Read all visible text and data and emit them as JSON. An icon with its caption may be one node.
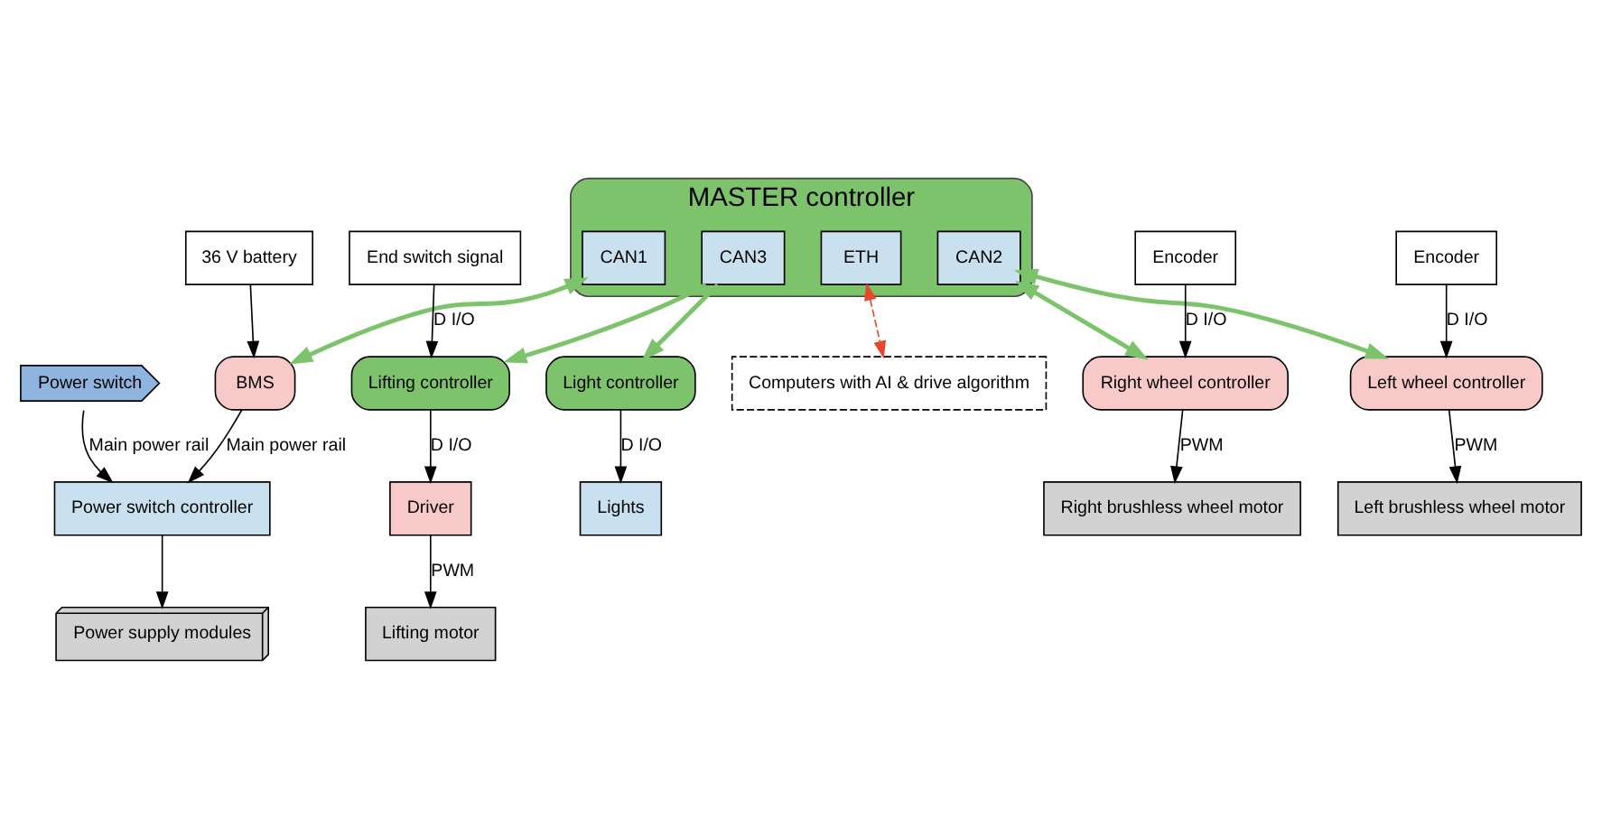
{
  "diagram": {
    "nodes": [
      {
        "text": [
          "Computers with AI & drive algorithm"
        ]
      },
      {
        "text": [
          "MASTER controller"
        ]
      },
      {
        "text": [
          "ETH"
        ],
        "in": 1
      },
      {
        "text": [
          "CAN3"
        ],
        "in": 1
      },
      {
        "text": [
          "CAN1"
        ],
        "in": 1
      },
      {
        "text": [
          "CAN2"
        ],
        "in": 1
      },
      {
        "text": [
          "Light controller"
        ]
      },
      {
        "text": [
          "Lifting controller"
        ]
      },
      {
        "text": [
          "Lights"
        ]
      },
      {
        "text": [
          "Driver"
        ]
      },
      {
        "text": [
          "Lifting motor"
        ]
      },
      {
        "text": [
          "End switch signal"
        ]
      },
      {
        "text": [
          "Right wheel controller"
        ]
      },
      {
        "text": [
          "Left wheel controller"
        ]
      },
      {
        "text": [
          "Right brushless wheel motor"
        ]
      },
      {
        "text": [
          "Left brushless wheel motor"
        ]
      },
      {
        "text": [
          "Encoder"
        ]
      },
      {
        "text": [
          "Encoder"
        ]
      },
      {
        "text": [
          "36 V battery"
        ]
      },
      {
        "text": [
          "BMS"
        ]
      },
      {
        "text": [
          "Power switch controller"
        ]
      },
      {
        "text": [
          "Power supply modules"
        ]
      },
      {
        "text": [
          "Power switch"
        ]
      }
    ],
    "edges": [
      {
        "from": 2,
        "to": 0,
        "arrow": "both",
        "style": "dashed",
        "color": "#e8472b"
      },
      {
        "from": 3,
        "to": 6,
        "arrow": "to",
        "style": "thick",
        "color": "#7dc36b"
      },
      {
        "from": 3,
        "to": 7,
        "arrow": "to",
        "style": "thick",
        "color": "#7dc36b"
      },
      {
        "from": 4,
        "to": 19,
        "arrow": "both",
        "style": "thick",
        "color": "#7dc36b"
      },
      {
        "from": 5,
        "to": 12,
        "arrow": "both",
        "style": "thick",
        "color": "#7dc36b"
      },
      {
        "from": 5,
        "to": 13,
        "arrow": "both",
        "style": "thick",
        "color": "#7dc36b"
      },
      {
        "from": 6,
        "to": 8,
        "arrow": "to",
        "label": "D I/O"
      },
      {
        "from": 7,
        "to": 9,
        "arrow": "to",
        "label": "D I/O"
      },
      {
        "from": 11,
        "to": 7,
        "arrow": "to",
        "label": "D I/O"
      },
      {
        "from": 9,
        "to": 10,
        "arrow": "to",
        "label": "PWM"
      },
      {
        "from": 12,
        "to": 14,
        "arrow": "to",
        "label": "PWM"
      },
      {
        "from": 16,
        "to": 12,
        "arrow": "to",
        "label": "D I/O"
      },
      {
        "from": 13,
        "to": 15,
        "arrow": "to",
        "label": "PWM"
      },
      {
        "from": 17,
        "to": 13,
        "arrow": "to",
        "label": "D I/O"
      },
      {
        "from": 18,
        "to": 19,
        "arrow": "to"
      },
      {
        "from": 19,
        "to": 20,
        "arrow": "to",
        "label": "Main power rail"
      },
      {
        "from": 22,
        "to": 20,
        "arrow": "to",
        "label": "Main power rail"
      },
      {
        "from": 20,
        "to": 21,
        "arrow": "to"
      }
    ]
  }
}
